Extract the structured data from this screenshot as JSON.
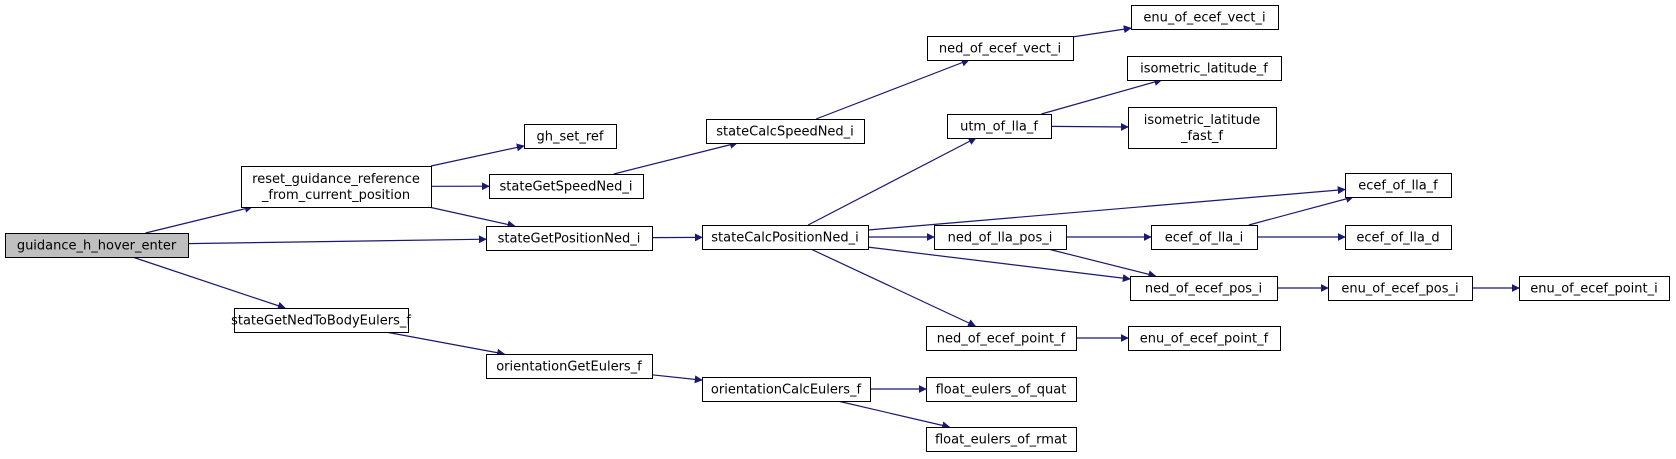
{
  "graph": {
    "root": "guidance_h_hover_enter",
    "edge_color": "#191970",
    "root_fill": "#bfbfbf",
    "nodes": [
      {
        "id": "guidance_h_hover_enter",
        "lines": [
          "guidance_h_hover_enter"
        ]
      },
      {
        "id": "reset_guidance_reference_from_current_position",
        "lines": [
          "reset_guidance_reference",
          "_from_current_position"
        ]
      },
      {
        "id": "stateGetPositionNed_i",
        "lines": [
          "stateGetPositionNed_i"
        ]
      },
      {
        "id": "stateGetNedToBodyEulers_f",
        "lines": [
          "stateGetNedToBodyEulers_f"
        ]
      },
      {
        "id": "gh_set_ref",
        "lines": [
          "gh_set_ref"
        ]
      },
      {
        "id": "stateGetSpeedNed_i",
        "lines": [
          "stateGetSpeedNed_i"
        ]
      },
      {
        "id": "stateCalcSpeedNed_i",
        "lines": [
          "stateCalcSpeedNed_i"
        ]
      },
      {
        "id": "stateCalcPositionNed_i",
        "lines": [
          "stateCalcPositionNed_i"
        ]
      },
      {
        "id": "orientationGetEulers_f",
        "lines": [
          "orientationGetEulers_f"
        ]
      },
      {
        "id": "orientationCalcEulers_f",
        "lines": [
          "orientationCalcEulers_f"
        ]
      },
      {
        "id": "ned_of_ecef_vect_i",
        "lines": [
          "ned_of_ecef_vect_i"
        ]
      },
      {
        "id": "enu_of_ecef_vect_i",
        "lines": [
          "enu_of_ecef_vect_i"
        ]
      },
      {
        "id": "utm_of_lla_f",
        "lines": [
          "utm_of_lla_f"
        ]
      },
      {
        "id": "isometric_latitude_f",
        "lines": [
          "isometric_latitude_f"
        ]
      },
      {
        "id": "isometric_latitude_fast_f",
        "lines": [
          "isometric_latitude",
          "_fast_f"
        ]
      },
      {
        "id": "ecef_of_lla_f",
        "lines": [
          "ecef_of_lla_f"
        ]
      },
      {
        "id": "ned_of_lla_pos_i",
        "lines": [
          "ned_of_lla_pos_i"
        ]
      },
      {
        "id": "ecef_of_lla_i",
        "lines": [
          "ecef_of_lla_i"
        ]
      },
      {
        "id": "ecef_of_lla_d",
        "lines": [
          "ecef_of_lla_d"
        ]
      },
      {
        "id": "ned_of_ecef_pos_i",
        "lines": [
          "ned_of_ecef_pos_i"
        ]
      },
      {
        "id": "enu_of_ecef_pos_i",
        "lines": [
          "enu_of_ecef_pos_i"
        ]
      },
      {
        "id": "enu_of_ecef_point_i",
        "lines": [
          "enu_of_ecef_point_i"
        ]
      },
      {
        "id": "ned_of_ecef_point_f",
        "lines": [
          "ned_of_ecef_point_f"
        ]
      },
      {
        "id": "enu_of_ecef_point_f",
        "lines": [
          "enu_of_ecef_point_f"
        ]
      },
      {
        "id": "float_eulers_of_quat",
        "lines": [
          "float_eulers_of_quat"
        ]
      },
      {
        "id": "float_eulers_of_rmat",
        "lines": [
          "float_eulers_of_rmat"
        ]
      }
    ],
    "edges": [
      {
        "from": "guidance_h_hover_enter",
        "to": "reset_guidance_reference_from_current_position"
      },
      {
        "from": "guidance_h_hover_enter",
        "to": "stateGetPositionNed_i"
      },
      {
        "from": "guidance_h_hover_enter",
        "to": "stateGetNedToBodyEulers_f"
      },
      {
        "from": "reset_guidance_reference_from_current_position",
        "to": "gh_set_ref"
      },
      {
        "from": "reset_guidance_reference_from_current_position",
        "to": "stateGetSpeedNed_i"
      },
      {
        "from": "reset_guidance_reference_from_current_position",
        "to": "stateGetPositionNed_i"
      },
      {
        "from": "stateGetSpeedNed_i",
        "to": "stateCalcSpeedNed_i"
      },
      {
        "from": "stateCalcSpeedNed_i",
        "to": "ned_of_ecef_vect_i"
      },
      {
        "from": "ned_of_ecef_vect_i",
        "to": "enu_of_ecef_vect_i"
      },
      {
        "from": "stateGetPositionNed_i",
        "to": "stateCalcPositionNed_i"
      },
      {
        "from": "stateCalcPositionNed_i",
        "to": "utm_of_lla_f"
      },
      {
        "from": "stateCalcPositionNed_i",
        "to": "ecef_of_lla_f"
      },
      {
        "from": "stateCalcPositionNed_i",
        "to": "ned_of_lla_pos_i"
      },
      {
        "from": "stateCalcPositionNed_i",
        "to": "ned_of_ecef_pos_i"
      },
      {
        "from": "stateCalcPositionNed_i",
        "to": "ned_of_ecef_point_f"
      },
      {
        "from": "utm_of_lla_f",
        "to": "isometric_latitude_f"
      },
      {
        "from": "utm_of_lla_f",
        "to": "isometric_latitude_fast_f"
      },
      {
        "from": "ned_of_lla_pos_i",
        "to": "ecef_of_lla_i"
      },
      {
        "from": "ned_of_lla_pos_i",
        "to": "ned_of_ecef_pos_i"
      },
      {
        "from": "ecef_of_lla_i",
        "to": "ecef_of_lla_f"
      },
      {
        "from": "ecef_of_lla_i",
        "to": "ecef_of_lla_d"
      },
      {
        "from": "ned_of_ecef_pos_i",
        "to": "enu_of_ecef_pos_i"
      },
      {
        "from": "enu_of_ecef_pos_i",
        "to": "enu_of_ecef_point_i"
      },
      {
        "from": "ned_of_ecef_point_f",
        "to": "enu_of_ecef_point_f"
      },
      {
        "from": "stateGetNedToBodyEulers_f",
        "to": "orientationGetEulers_f"
      },
      {
        "from": "orientationGetEulers_f",
        "to": "orientationCalcEulers_f"
      },
      {
        "from": "orientationCalcEulers_f",
        "to": "float_eulers_of_quat"
      },
      {
        "from": "orientationCalcEulers_f",
        "to": "float_eulers_of_rmat"
      }
    ]
  }
}
